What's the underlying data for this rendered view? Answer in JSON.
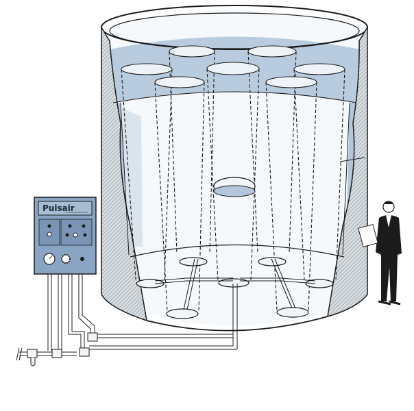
{
  "panel": {
    "brand": "Pulsair"
  },
  "colors": {
    "tank_fill": "#f4f8fb",
    "water": "#b3c6dc",
    "wall_hatch": "#9aa6ad",
    "panel": "#8aa5c4",
    "ink": "#1b1b1b"
  },
  "icons": [
    "control-panel",
    "pressure-gauge",
    "rotary-knob",
    "indicator-lamp",
    "solenoid-valve",
    "air-pipe",
    "air-diffuser-plate",
    "cylinder-outline",
    "person-figure"
  ]
}
